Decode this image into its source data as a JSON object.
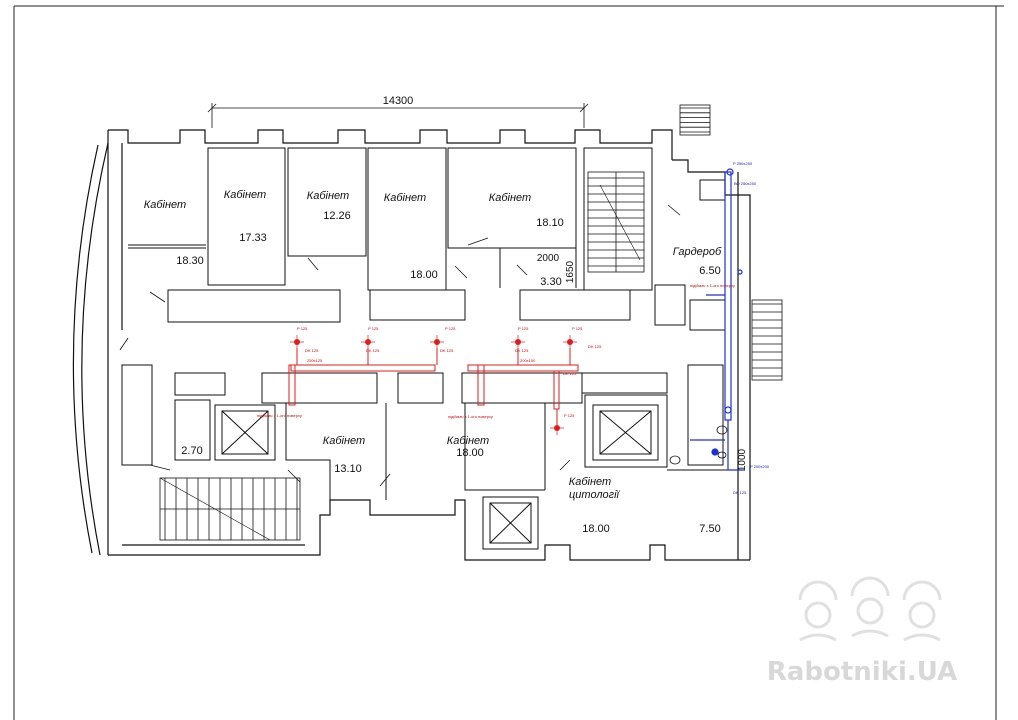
{
  "dimensions": {
    "overall_width": "14300",
    "d2000": "2000",
    "d1650": "1650",
    "d1000": "1000"
  },
  "rooms": [
    {
      "id": "r1",
      "name": "Кабінет",
      "area": "18.30"
    },
    {
      "id": "r2",
      "name": "Кабінет",
      "area": "17.33"
    },
    {
      "id": "r3",
      "name": "Кабінет",
      "area": "12.26"
    },
    {
      "id": "r4",
      "name": "Кабінет",
      "area": "18.00"
    },
    {
      "id": "r5",
      "name": "Кабінет",
      "area": "18.10"
    },
    {
      "id": "r6",
      "name": "",
      "area": "3.30"
    },
    {
      "id": "r7",
      "name": "Гардероб",
      "area": "6.50"
    },
    {
      "id": "r8",
      "name": "",
      "area": "2.70"
    },
    {
      "id": "r9",
      "name": "Кабінет",
      "area": "13.10"
    },
    {
      "id": "r10",
      "name": "Кабінет",
      "area": "18.00"
    },
    {
      "id": "r11",
      "name_line1": "Кабінет",
      "name_line2": "цитології",
      "area": "18.00"
    },
    {
      "id": "r12",
      "name": "",
      "area": "7.50"
    }
  ],
  "ventilation_labels": {
    "p125": "P 125",
    "dk125": "DK 125",
    "duct_a": "250x125",
    "duct_b": "200x150",
    "riser_note": "підіймач з 1-ого поверху",
    "blue_top": "P 250x250",
    "blue_top_b": "ВО 250x250",
    "blue_right": "P 200x200",
    "blue_dk": "DK 125"
  },
  "watermark": "Rabotniki.UA",
  "colors": {
    "supply": "#e11d1d",
    "exhaust": "#1d2fd6",
    "wall": "#111111"
  }
}
